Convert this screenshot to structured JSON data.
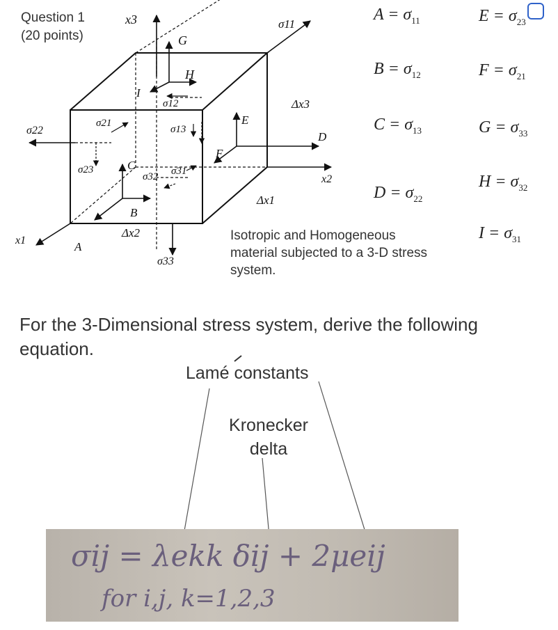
{
  "question": {
    "title_line1": "Question 1",
    "title_line2": "(20 points)"
  },
  "diagram": {
    "axes": {
      "x1": "x1",
      "x2": "x2",
      "x3": "x3"
    },
    "deltas": {
      "dx1": "Δx1",
      "dx2": "Δx2",
      "dx3": "Δx3"
    },
    "letters": {
      "A": "A",
      "B": "B",
      "C": "C",
      "D": "D",
      "E": "E",
      "F": "F",
      "G": "G",
      "H": "H",
      "I": "I"
    },
    "stresses": {
      "s11": "σ11",
      "s12": "σ12",
      "s13": "σ13",
      "s21": "σ21",
      "s22": "σ22",
      "s23": "σ23",
      "s31": "σ31",
      "s32": "σ32",
      "s33": "σ33"
    }
  },
  "mapping": [
    {
      "lhs": "A",
      "sub": "11"
    },
    {
      "lhs": "B",
      "sub": "12"
    },
    {
      "lhs": "C",
      "sub": "13"
    },
    {
      "lhs": "D",
      "sub": "22"
    },
    {
      "lhs": "E",
      "sub": "23"
    },
    {
      "lhs": "F",
      "sub": "21"
    },
    {
      "lhs": "G",
      "sub": "33"
    },
    {
      "lhs": "H",
      "sub": "32"
    },
    {
      "lhs": "I",
      "sub": "31"
    }
  ],
  "equals_sigma": "= σ",
  "caption": "Isotropic and Homogeneous material subjected to a 3-D stress system.",
  "prompt": "For the 3-Dimensional stress system, derive the following equation.",
  "annotations": {
    "lame": "Lamé constants",
    "kronecker_line1": "Kronecker",
    "kronecker_line2": "delta"
  },
  "handwritten": {
    "line1": "σij = λekk δij + 2μeij",
    "line2": "for i,j, k=1,2,3"
  },
  "icons": {
    "corner": "scan-icon"
  }
}
